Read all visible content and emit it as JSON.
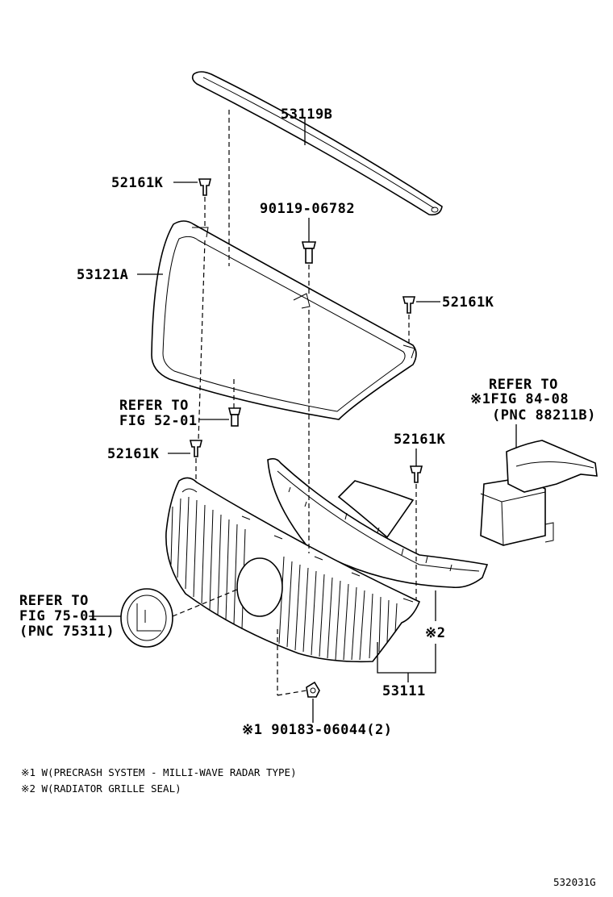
{
  "labels": {
    "molding_top": "53119B",
    "clip_upper_left": "52161K",
    "bolt": "90119-06782",
    "frame": "53121A",
    "clip_right": "52161K",
    "refer_52_line1": "REFER TO",
    "refer_52_line2": "FIG 52-01",
    "clip_lower_left": "52161K",
    "clip_lower_right": "52161K",
    "refer_84_line1": "REFER TO",
    "refer_84_line2": "※1FIG 84-08",
    "refer_84_line3": "(PNC 88211B)",
    "refer_75_line1": "REFER TO",
    "refer_75_line2": "FIG 75-01",
    "refer_75_line3": "(PNC 75311)",
    "seal_mark": "※2",
    "grille": "53111",
    "nut": "※1 90183-06044(2)"
  },
  "notes": {
    "note1": "※1 W(PRECRASH SYSTEM - MILLI-WAVE RADAR TYPE)",
    "note2": "※2 W(RADIATOR GRILLE SEAL)"
  },
  "figure_code": "532031G"
}
